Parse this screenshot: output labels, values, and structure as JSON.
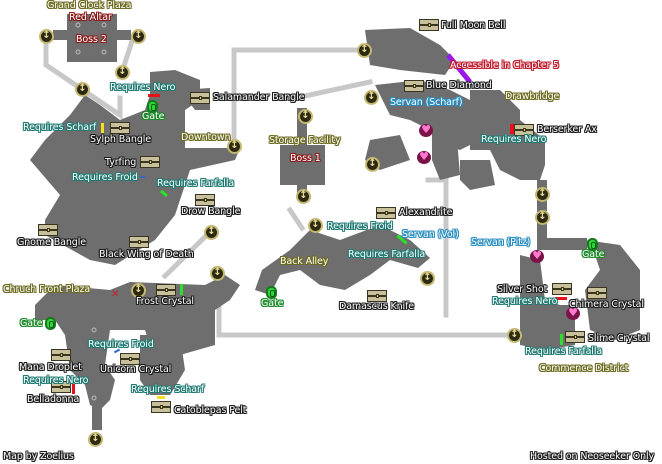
{
  "map": {
    "areas": [
      {
        "id": "grand-clock-plaza",
        "label": "Grand Clock Plaza"
      },
      {
        "id": "downtown",
        "label": "Downtown"
      },
      {
        "id": "storage-facility",
        "label": "Storage Facility"
      },
      {
        "id": "drawbridge",
        "label": "Drawbridge"
      },
      {
        "id": "back-alley",
        "label": "Back Alley"
      },
      {
        "id": "chruch-front-plaza",
        "label": "Chruch Front Plaza"
      },
      {
        "id": "commence-district",
        "label": "Commence District"
      }
    ],
    "bosses": [
      {
        "label": "Red Altar"
      },
      {
        "label": "Boss 2"
      },
      {
        "label": "Boss 1"
      }
    ],
    "items": [
      {
        "label": "Full Moon Bell"
      },
      {
        "label": "Blue Diamond"
      },
      {
        "label": "Salamander Bangle"
      },
      {
        "label": "Sylph Bangle"
      },
      {
        "label": "Tyrfing"
      },
      {
        "label": "Berserker Ax"
      },
      {
        "label": "Drow Bangle"
      },
      {
        "label": "Alexandrite"
      },
      {
        "label": "Gnome Bangle"
      },
      {
        "label": "Black Wing of Death"
      },
      {
        "label": "Frost Crystal"
      },
      {
        "label": "Damascus Knife"
      },
      {
        "label": "Silver Shot"
      },
      {
        "label": "Chimera Crystal"
      },
      {
        "label": "Slime Crystal"
      },
      {
        "label": "Mana Droplet"
      },
      {
        "label": "Unicorn Crystal"
      },
      {
        "label": "Belladonna"
      },
      {
        "label": "Catoblepas Pelt"
      }
    ],
    "requirements": [
      {
        "label": "Requires Nero",
        "color": "#e8101a"
      },
      {
        "label": "Requires Scharf",
        "color": "#f0e020"
      },
      {
        "label": "Requires Froid",
        "color": "#2a6ad8"
      },
      {
        "label": "Requires Farfalla",
        "color": "#2ae02a"
      },
      {
        "label": "Requires Nero",
        "color": "#e8101a"
      },
      {
        "label": "Requires Froid",
        "color": "#2a6ad8"
      },
      {
        "label": "Requires Farfalla",
        "color": "#2ae02a"
      },
      {
        "label": "Requires Nero",
        "color": "#e8101a"
      },
      {
        "label": "Requires Farfalla",
        "color": "#2ae02a"
      },
      {
        "label": "Requires Froid",
        "color": "#2a6ad8"
      },
      {
        "label": "Requires Nero",
        "color": "#e8101a"
      },
      {
        "label": "Requires Scharf",
        "color": "#f0e020"
      }
    ],
    "servans": [
      {
        "label": "Servan (Scharf)"
      },
      {
        "label": "Servan (Vol)"
      },
      {
        "label": "Servan (Pitz)"
      }
    ],
    "gates": [
      {
        "label": "Gate"
      },
      {
        "label": "Gate"
      },
      {
        "label": "Gate"
      },
      {
        "label": "Gate"
      }
    ],
    "notices": [
      {
        "label": "Accessible in Chapter 5",
        "color": "#9a18e8"
      }
    ]
  },
  "credits": {
    "author": "Map by Zoelius",
    "host": "Hosted on Neoseeker Only"
  },
  "colors": {
    "floor": "#6e6e6e",
    "path": "#c8c8c8",
    "background": "#ffffff"
  }
}
